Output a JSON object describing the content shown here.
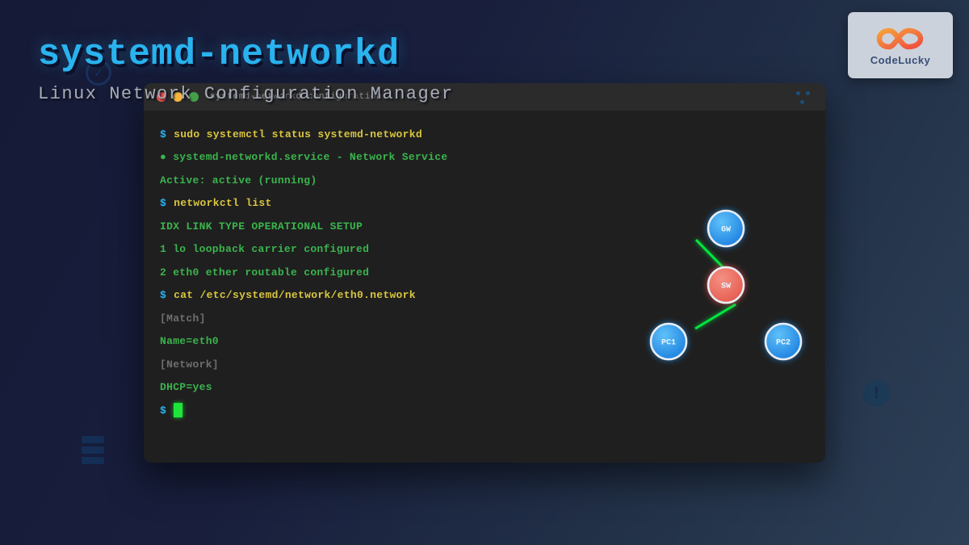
{
  "page": {
    "title": "systemd-networkd",
    "subtitle": "Linux Network Configuration Manager"
  },
  "brand": {
    "name": "CodeLucky",
    "icon": "infinity-icon"
  },
  "decorations": {
    "check_glyph": "✓",
    "alert_glyph": "!"
  },
  "terminal": {
    "title": "systemd-networkd configuration",
    "traffic_lights": [
      {
        "name": "close-button",
        "color": "#ef5350"
      },
      {
        "name": "minimize-button",
        "color": "#f4b73c"
      },
      {
        "name": "maximize-button",
        "color": "#43a047"
      }
    ],
    "lines": [
      {
        "type": "command",
        "prompt": "$",
        "text": "sudo systemctl status systemd-networkd"
      },
      {
        "type": "green",
        "text": "● systemd-networkd.service - Network Service"
      },
      {
        "type": "green",
        "text": "Active: active (running)"
      },
      {
        "type": "command",
        "prompt": "$",
        "text": "networkctl list"
      },
      {
        "type": "green",
        "text": "IDX LINK TYPE OPERATIONAL SETUP"
      },
      {
        "type": "green",
        "text": "1 lo loopback carrier configured"
      },
      {
        "type": "green",
        "text": "2 eth0 ether routable configured"
      },
      {
        "type": "command",
        "prompt": "$",
        "text": "cat /etc/systemd/network/eth0.network"
      },
      {
        "type": "gray",
        "text": "[Match]"
      },
      {
        "type": "green",
        "text": "Name=eth0"
      },
      {
        "type": "gray",
        "text": "[Network]"
      },
      {
        "type": "green",
        "text": "DHCP=yes"
      },
      {
        "type": "cursor",
        "prompt": "$"
      }
    ]
  },
  "diagram": {
    "nodes": [
      {
        "id": "GW",
        "label": "GW",
        "role": "gateway",
        "color": "blue"
      },
      {
        "id": "SW",
        "label": "SW",
        "role": "switch",
        "color": "red"
      },
      {
        "id": "PC1",
        "label": "PC1",
        "role": "host",
        "color": "blue"
      },
      {
        "id": "PC2",
        "label": "PC2",
        "role": "host",
        "color": "blue"
      }
    ],
    "links": [
      {
        "from": "GW",
        "to": "SW"
      },
      {
        "from": "SW",
        "to": "PC1"
      },
      {
        "from": "PC1",
        "to": "PC2"
      }
    ],
    "link_color": "#00e640"
  },
  "colors": {
    "title_accent": "#29b3ef",
    "prompt": "#29b6f6",
    "command_yellow": "#d9c53f",
    "output_green": "#3ab44d",
    "output_gray": "#6f6f6f",
    "node_blue": "#1e88e5",
    "node_red": "#e8685c"
  }
}
